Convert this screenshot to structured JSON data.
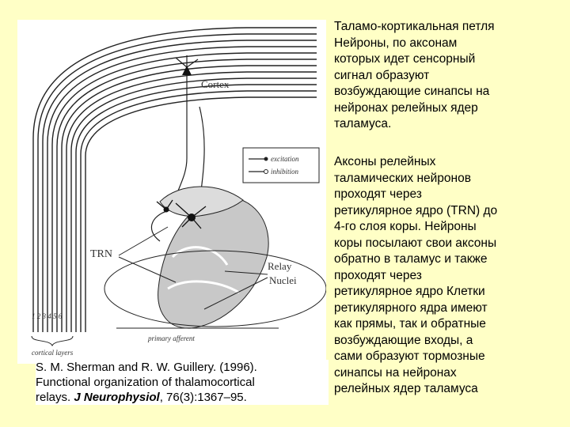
{
  "figure": {
    "labels": {
      "cortex": "Cortex",
      "trn": "TRN",
      "relay": "Relay",
      "nuclei": "Nuclei",
      "excitation": "excitation",
      "inhibition": "inhibition",
      "layer_numbers": "1 2 3 4 5 6",
      "cortex_layers": "cortical layers",
      "primary_afferent": "primary afferent"
    },
    "colors": {
      "background": "#ffffc6",
      "figure_bg": "#ffffff",
      "thalamus_gray": "#c8c8c8",
      "trn_gray": "#dcdcdc",
      "line": "#222222"
    }
  },
  "citation": {
    "line1": "S. M. Sherman and R. W. Guillery. (1996).",
    "line2": "Functional organization of thalamocortical",
    "line3_prefix": "relays. ",
    "journal": "J Neurophysiol",
    "line3_suffix": ", 76(3):1367–95."
  },
  "text_top": "Таламо-кортикальная  петля\nНейроны, по аксонам\nкоторых идет сенсорный\nсигнал образуют\nвозбуждающие синапсы на\nнейронах релейных ядер\nталамуса.",
  "text_bottom": "Аксоны релейных\nталамических нейронов\nпроходят через\nретикулярное ядро (TRN) до\n4-го слоя коры. Нейроны\nкоры посылают свои аксоны\nобратно в таламус и также\nпроходят через\nретикулярное ядро Клетки\nретикулярного ядра имеют\nкак прямы, так и обратные\nвозбуждающие входы, а\nсами образуют тормозные\nсинапсы на нейронах\nрелейных ядер таламуса"
}
